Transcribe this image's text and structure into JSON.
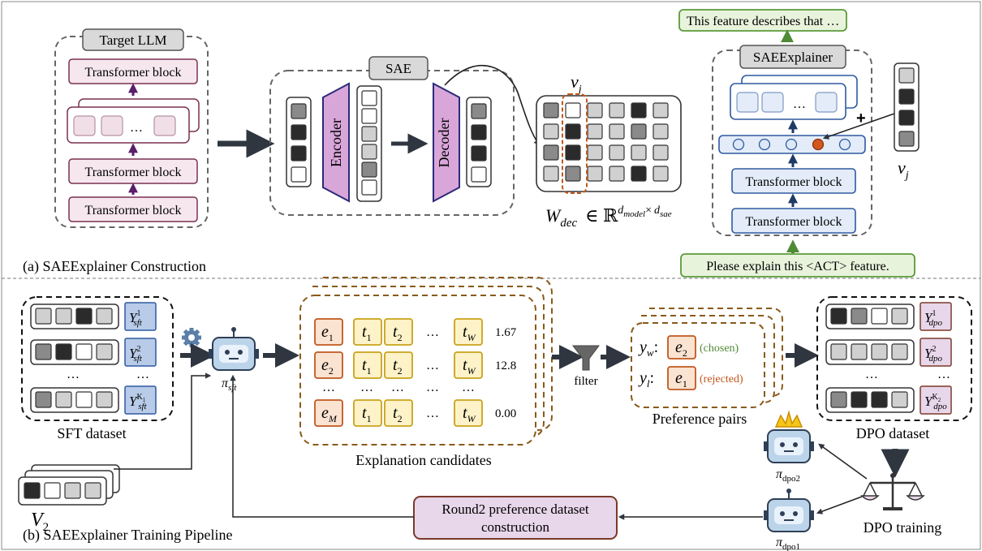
{
  "construction": {
    "caption": "(a) SAEExplainer Construction",
    "target_llm": {
      "title": "Target LLM",
      "blocks": [
        "Transformer block",
        "Transformer block",
        "Transformer block"
      ],
      "ellipsis": "…"
    },
    "sae": {
      "title": "SAE",
      "encoder": "Encoder",
      "decoder": "Decoder"
    },
    "decoder_matrix": {
      "column_label": "v",
      "column_label_sub": "j",
      "formula": "W",
      "formula_sub": "dec",
      "in_symbol": "∈ ℝ",
      "dim_model": "d",
      "dim_model_sub": "model",
      "times": "×",
      "dim_sae": "d",
      "dim_sae_sub": "sae"
    },
    "explainer": {
      "output_text": "This feature describes that …",
      "title": "SAEExplainer",
      "blocks": [
        "Transformer block",
        "Transformer block"
      ],
      "ellipsis": "…",
      "plus": "+",
      "input_text": "Please explain this <ACT> feature.",
      "vector_label": "v",
      "vector_label_sub": "j"
    }
  },
  "pipeline": {
    "caption": "(b) SAEExplainer Training Pipeline",
    "sft_dataset": {
      "label": "SFT dataset",
      "rows": [
        {
          "y": "Y",
          "sup": "1",
          "sub": "sft"
        },
        {
          "y": "Y",
          "sup": "2",
          "sub": "sft"
        },
        {
          "y": "Y",
          "sup": "K",
          "sup_sub": "1",
          "sub": "sft"
        }
      ],
      "ellipsis": "…"
    },
    "pi_sft": {
      "symbol": "π",
      "sub": "sft"
    },
    "v2": {
      "symbol": "V",
      "sub": "2"
    },
    "candidates": {
      "label": "Explanation candidates",
      "rows": [
        {
          "e": "e",
          "e_sub": "1",
          "score": "1.67"
        },
        {
          "e": "e",
          "e_sub": "2",
          "score": "12.8"
        },
        {
          "e": "e",
          "e_sub": "M",
          "score": "0.00"
        }
      ],
      "tokens": [
        {
          "t": "t",
          "sub": "1"
        },
        {
          "t": "t",
          "sub": "2"
        },
        {
          "t": "t",
          "sub": "W"
        }
      ],
      "ellipsis": "…"
    },
    "filter_label": "filter",
    "preference": {
      "label": "Preference pairs",
      "chosen_var": "y",
      "chosen_var_sub": "w",
      "chosen_e": "e",
      "chosen_e_sub": "2",
      "chosen_tag": "(chosen)",
      "rejected_var": "y",
      "rejected_var_sub": "l",
      "rejected_e": "e",
      "rejected_e_sub": "1",
      "rejected_tag": "(rejected)"
    },
    "dpo_dataset": {
      "label": "DPO dataset",
      "rows": [
        {
          "y": "Y",
          "sup": "1",
          "sub": "dpo"
        },
        {
          "y": "Y",
          "sup": "2",
          "sub": "dpo"
        },
        {
          "y": "Y",
          "sup": "K",
          "sup_sub": "2",
          "sub": "dpo"
        }
      ],
      "ellipsis": "…"
    },
    "dpo_training_label": "DPO training",
    "pi_dpo1": {
      "symbol": "π",
      "sub": "dpo1"
    },
    "pi_dpo2": {
      "symbol": "π",
      "sub": "dpo2"
    },
    "round2_box": [
      "Round2 preference dataset",
      "construction"
    ]
  },
  "colors": {
    "pink_fill": "#f6e7ee",
    "pink_border": "#7a3050",
    "purple_arrow": "#5a1f6b",
    "trapezoid": "#d8a6d8",
    "trapezoid_border": "#2b2b7a",
    "blue_fill": "#e3ecf8",
    "blue_border": "#2f5aa0",
    "green_fill": "#e8f3dc",
    "green_border": "#5a9a3a",
    "orange_fill": "#fbe3d2",
    "orange_border": "#c0581e",
    "yellow_fill": "#fdf2c8",
    "yellow_border": "#c9a21a",
    "sft_fill": "#b8cbe8",
    "dpo_fill": "#e8d6ea",
    "brown_dash": "#8a5a1a",
    "dark_arrow": "#2f3640"
  }
}
